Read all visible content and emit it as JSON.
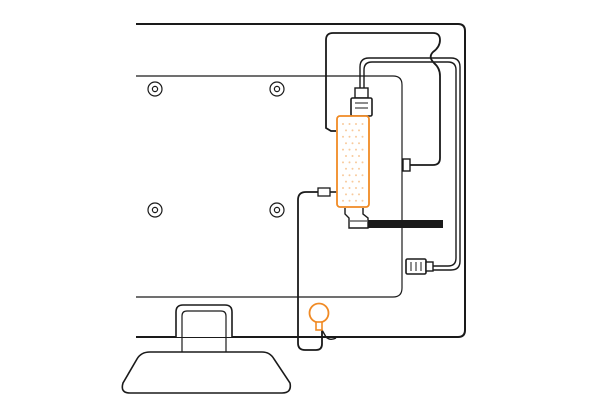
{
  "diagram": {
    "colors": {
      "line": "#1a1a1a",
      "accent": "#f08a24",
      "background": "#ffffff",
      "cable_fill": "#1a1a1a"
    },
    "parts": {
      "monitor_back": "monitor-back-panel",
      "stand": "monitor-stand",
      "device": "streaming-device",
      "power_adapter": "power-adapter",
      "cable_bar": "power-cable"
    }
  }
}
